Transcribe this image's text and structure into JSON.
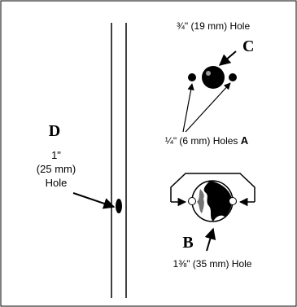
{
  "diagram": {
    "labels": {
      "top_hole": "¾\" (19 mm) Hole",
      "letter_c": "C",
      "letter_d": "D",
      "d_line1": "1\"",
      "d_line2": "(25 mm)",
      "d_line3": "Hole",
      "small_holes": "¼\" (6 mm) Holes",
      "letter_a": "A",
      "letter_b": "B",
      "bottom_hole": "1⅜\" (35 mm) Hole"
    }
  }
}
